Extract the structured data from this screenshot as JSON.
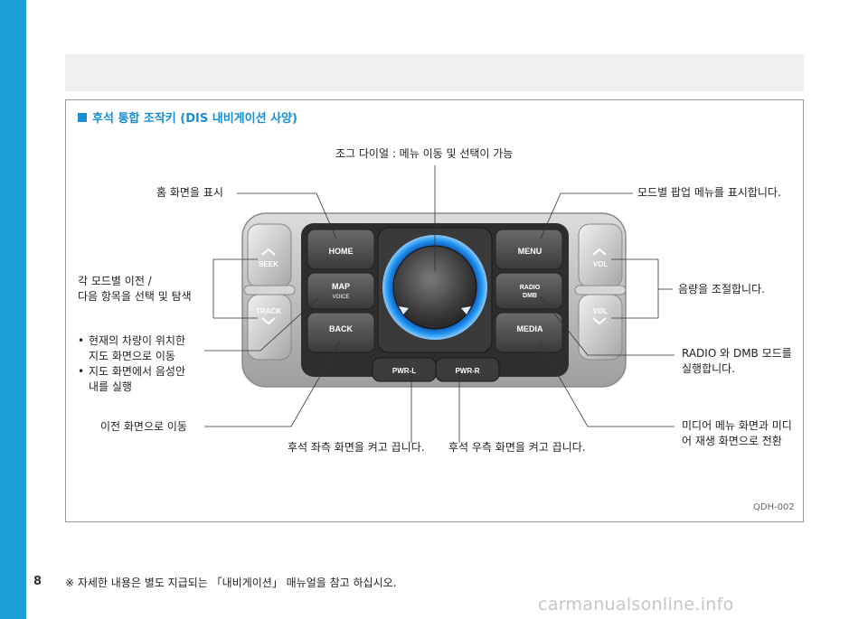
{
  "page_number": "8",
  "section_title": "후석 통합 조작키 (DIS 내비게이션 사양)",
  "buttons": {
    "seek": "SEEK",
    "track": "TRACK",
    "home": "HOME",
    "map": "MAP",
    "voice": "VOICE",
    "back": "BACK",
    "menu": "MENU",
    "radio": "RADIO",
    "dmb": "DMB",
    "media": "MEDIA",
    "vol_up": "VOL",
    "vol_down": "VOL",
    "pwr_l": "PWR-L",
    "pwr_r": "PWR-R"
  },
  "labels": {
    "jog_dial": "조그 다이얼 : 메뉴 이동 및 선택이 가능",
    "home_desc": "홈 화면을 표시",
    "menu_desc": "모드별 팝업 메뉴를 표시합니다.",
    "seek_track_line1": "각 모드별 이전 /",
    "seek_track_line2": "다음 항목을 선택 및 탐색",
    "vol_desc": "음량을 조절합니다.",
    "radio_dmb_line1": "RADIO 와 DMB 모드를",
    "radio_dmb_line2": "실행합니다.",
    "back_desc": "이전 화면으로 이동",
    "pwr_l_desc": "후석 좌측 화면을 켜고 끕니다.",
    "pwr_r_desc": "후석 우측 화면을 켜고 끕니다.",
    "media_line1": "미디어 메뉴 화면과 미디",
    "media_line2": "어 재생 화면으로 전환"
  },
  "map_bullets": [
    {
      "line1": "현재의 차량이 위치한",
      "line2": "지도 화면으로 이동"
    },
    {
      "line1": "지도 화면에서 음성안",
      "line2": "내를 실행"
    }
  ],
  "bullet_char": "•",
  "figure_code": "QDH-002",
  "footnote": "※ 자세한 내용은 별도 지급되는 「내비게이션」 매뉴얼을 참고 하십시오.",
  "watermark": "carmanualsonline.info",
  "colors": {
    "accent": "#1a9fd6",
    "dial_ring": "#1e88e5",
    "panel": "#c9c9c9"
  }
}
